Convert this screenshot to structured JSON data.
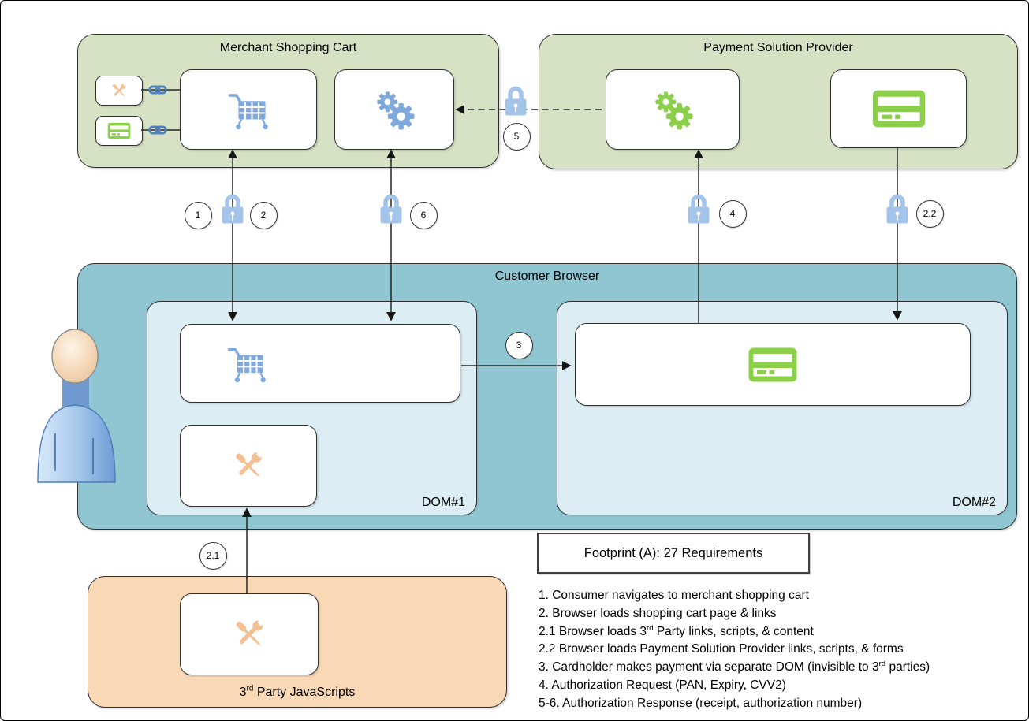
{
  "colors": {
    "green_fill": "#d7e2c4",
    "teal_fill": "#8fc6d1",
    "dom_fill": "#dcedf4",
    "peach_fill": "#f9d8b6",
    "box_white": "#ffffff",
    "blue_icon": "#7fa8dc",
    "green_icon": "#8ccf4b",
    "orange_icon": "#f3c094",
    "lock_blue": "#a5c4e9",
    "link_blue": "#4f81bd",
    "line_dark": "#262626"
  },
  "icons": {
    "shopping_cart": "shopping-cart-icon",
    "gears": "gears-icon",
    "credit_card": "credit-card-icon",
    "tools": "crossed-tools-icon",
    "padlock": "padlock-icon",
    "chain_link": "chain-link-icon",
    "person": "person-icon"
  },
  "merchant": {
    "title": "Merchant Shopping Cart"
  },
  "psp": {
    "title": "Payment Solution Provider"
  },
  "browser": {
    "title": "Customer Browser",
    "dom1": "DOM#1",
    "dom2": "DOM#2"
  },
  "third_party": {
    "label_pre": "3",
    "label_sup": "rd",
    "label_post": " Party JavaScripts"
  },
  "footprint": {
    "label": "Footprint (A): 27 Requirements"
  },
  "badges": {
    "n1": "1",
    "n2": "2",
    "n3": "3",
    "n4": "4",
    "n5": "5",
    "n6": "6",
    "n21": "2.1",
    "n22": "2.2"
  },
  "steps": [
    {
      "pre": "1. Consumer navigates to merchant shopping cart",
      "sup": "",
      "post": ""
    },
    {
      "pre": "2. Browser loads shopping cart page & links",
      "sup": "",
      "post": ""
    },
    {
      "pre": "2.1 Browser loads 3",
      "sup": "rd",
      "post": " Party links, scripts, & content"
    },
    {
      "pre": "2.2 Browser loads Payment Solution Provider links, scripts, & forms",
      "sup": "",
      "post": ""
    },
    {
      "pre": "3. Cardholder makes payment via separate DOM (invisible to 3",
      "sup": "rd",
      "post": " parties)"
    },
    {
      "pre": "4. Authorization Request (PAN, Expiry, CVV2)",
      "sup": "",
      "post": ""
    },
    {
      "pre": "5-6. Authorization Response (receipt, authorization number)",
      "sup": "",
      "post": ""
    }
  ]
}
